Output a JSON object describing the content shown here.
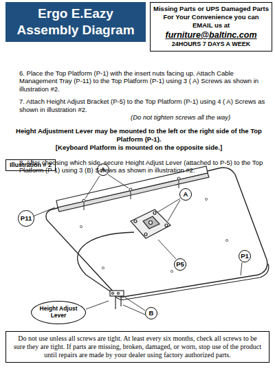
{
  "diagram": {
    "title": "Ergo E.Eazy Assembly Diagram",
    "nodes": [
      {
        "text": [
          "Missing Parts or UPS Damaged Parts For Your Convenience you can EMAIL us at",
          "furniture@baltinc.com",
          "24HOURS 7 DAYS A WEEK"
        ]
      },
      {
        "text": [
          "Illustration # 2"
        ]
      },
      {
        "text": [
          "P11"
        ]
      },
      {
        "text": [
          "A"
        ]
      },
      {
        "text": [
          "A"
        ]
      },
      {
        "text": [
          "P5"
        ]
      },
      {
        "text": [
          "P1"
        ]
      },
      {
        "text": [
          "Height Adjust Lever"
        ]
      },
      {
        "text": [
          "B"
        ]
      },
      {
        "text": [
          "Do not use unless all screws are tight. At least every six months, check all screws to be sure they are tight. If parts are missing, broken, damaged, or worn, stop use of the product until repairs are made by your dealer using factory authorized parts."
        ]
      }
    ],
    "labels": [
      "6. Place the Top Platform (P-1) with the insert nuts facing up.  Attach Cable Management Tray (P-11) to the Top Platform (P-1) using 3 ( A) Screws as shown in illustration #2.",
      "7. Attach Height Adjust Bracket (P-5) to the Top Platform (P-1) using 4 ( A) Screws as shown in illustration #2.",
      "(Do not tighten screws all the way)",
      "Height Adjustment Lever may be mounted to the left or the right side of the Top Platform (P-1).",
      "[Keyboard Platform is mounted on the opposite side.]",
      "8. After choosing which side, secure Height Adjust Lever (attached to P-5) to the Top Platform (P-1) using 3 (B) Screws as shown in illustration #2."
    ]
  }
}
